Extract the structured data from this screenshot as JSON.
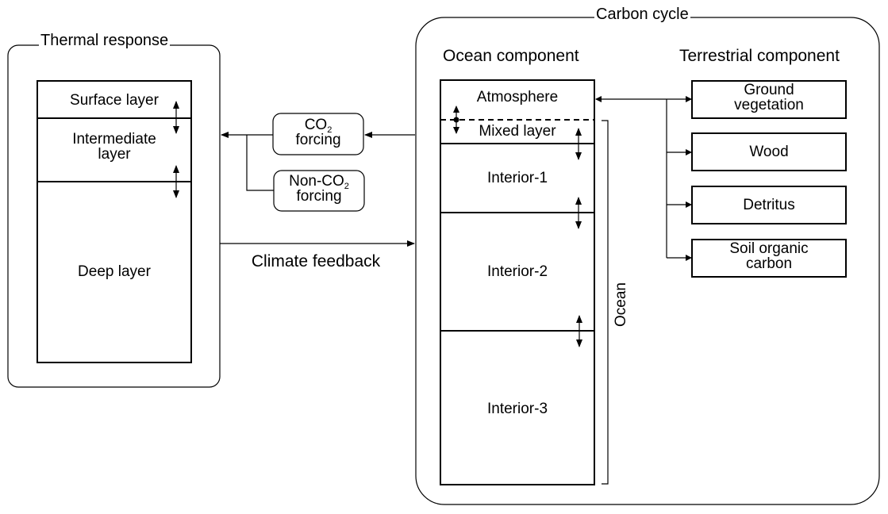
{
  "thermal": {
    "title": "Thermal response",
    "layers": [
      "Surface layer",
      "Intermediate layer",
      "Deep layer"
    ],
    "intermediate_line1": "Intermediate",
    "intermediate_line2": "layer"
  },
  "forcing": {
    "co2_main": "CO",
    "co2_sub": "2",
    "co2_line2": "forcing",
    "nonco2_main": "Non-CO",
    "nonco2_sub": "2",
    "nonco2_line2": "forcing"
  },
  "feedback_label": "Climate feedback",
  "carbon": {
    "title": "Carbon cycle",
    "ocean_heading": "Ocean component",
    "terrestrial_heading": "Terrestrial component",
    "ocean_boxes": [
      "Atmosphere",
      "Mixed layer",
      "Interior-1",
      "Interior-2",
      "Interior-3"
    ],
    "ocean_bracket_label": "Ocean",
    "terrestrial_boxes": {
      "ground_line1": "Ground",
      "ground_line2": "vegetation",
      "wood": "Wood",
      "detritus": "Detritus",
      "soil_line1": "Soil organic",
      "soil_line2": "carbon"
    }
  },
  "colors": {
    "stroke": "#000000",
    "background": "#ffffff"
  }
}
